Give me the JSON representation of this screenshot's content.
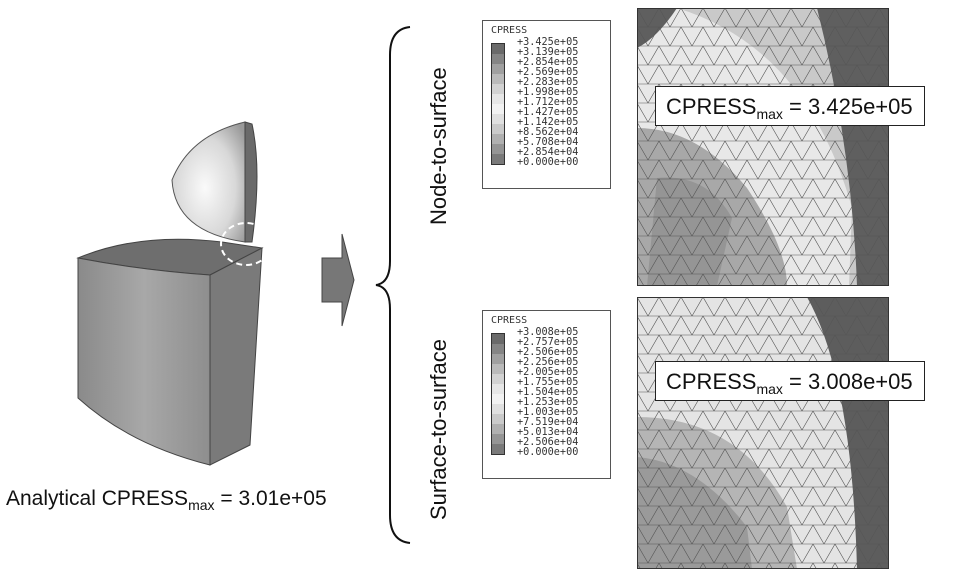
{
  "caption": {
    "prefix": "Analytical CPRESS",
    "sub": "max",
    "suffix": " = 3.01e+05"
  },
  "methods": [
    {
      "label": "Node-to-surface",
      "legend": {
        "title": "CPRESS",
        "levels": [
          "+3.425e+05",
          "+3.139e+05",
          "+2.854e+05",
          "+2.569e+05",
          "+2.283e+05",
          "+1.998e+05",
          "+1.712e+05",
          "+1.427e+05",
          "+1.142e+05",
          "+8.562e+04",
          "+5.708e+04",
          "+2.854e+04",
          "+0.000e+00"
        ]
      },
      "callout": {
        "prefix": "CPRESS",
        "sub": "max",
        "suffix": " = 3.425e+05"
      }
    },
    {
      "label": "Surface-to-surface",
      "legend": {
        "title": "CPRESS",
        "levels": [
          "+3.008e+05",
          "+2.757e+05",
          "+2.506e+05",
          "+2.256e+05",
          "+2.005e+05",
          "+1.755e+05",
          "+1.504e+05",
          "+1.253e+05",
          "+1.003e+05",
          "+7.519e+04",
          "+5.013e+04",
          "+2.506e+04",
          "+0.000e+00"
        ]
      },
      "callout": {
        "prefix": "CPRESS",
        "sub": "max",
        "suffix": " = 3.008e+05"
      }
    }
  ],
  "legend_colors": [
    "#6a6a6a",
    "#858585",
    "#a0a0a0",
    "#bababa",
    "#d2d2d2",
    "#e6e6e6",
    "#f2f2f2",
    "#e0e0e0",
    "#cacaca",
    "#b0b0b0",
    "#959595",
    "#7a7a7a",
    "#5a5a5a"
  ]
}
